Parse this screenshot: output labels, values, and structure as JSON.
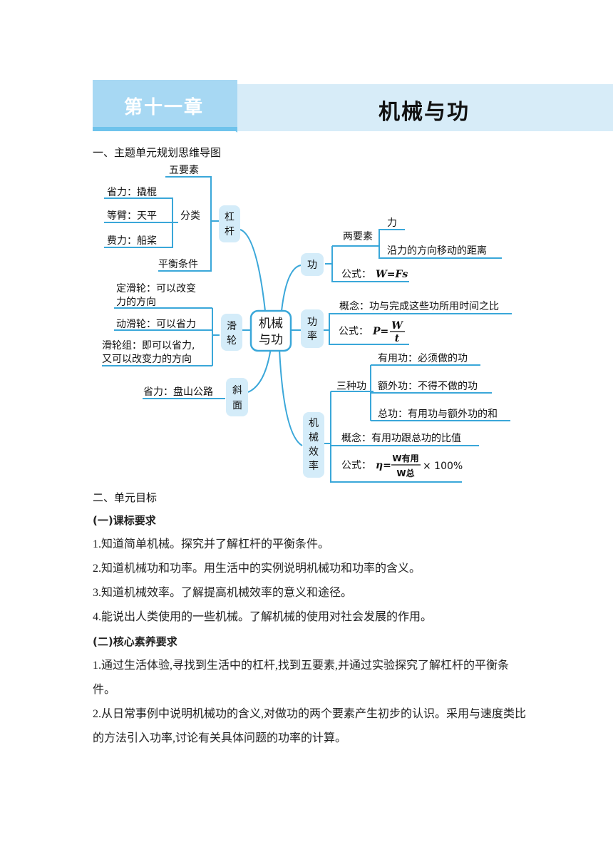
{
  "header": {
    "chapter": "第十一章",
    "title": "机械与功"
  },
  "section1": "一、主题单元规划思维导图",
  "mindmap": {
    "center": [
      "机械",
      "与功"
    ],
    "lever": {
      "label": [
        "杠",
        "杆"
      ],
      "five": "五要素",
      "classify": "分类",
      "types": [
        "省力：撬棍",
        "等臂：天平",
        "费力：船桨"
      ],
      "balance": "平衡条件"
    },
    "pulley": {
      "label": [
        "滑",
        "轮"
      ],
      "fixed": [
        "定滑轮：可以改变",
        "力的方向"
      ],
      "movable": "动滑轮：可以省力",
      "group": [
        "滑轮组：即可以省力,",
        "又可以改变力的方向"
      ]
    },
    "slope": {
      "label": [
        "斜",
        "面"
      ],
      "item": "省力：盘山公路"
    },
    "work": {
      "label": "功",
      "two": "两要素",
      "force": "力",
      "distance": "沿力的方向移动的距离",
      "formula_label": "公式：",
      "formula": "W=Fs"
    },
    "power": {
      "label": [
        "功",
        "率"
      ],
      "concept": "概念：功与完成这些功所用时间之比",
      "formula_label": "公式：",
      "formula_lhs": "P=",
      "num": "W",
      "den": "t"
    },
    "efficiency": {
      "label": [
        "机",
        "械",
        "效",
        "率"
      ],
      "three": "三种功",
      "useful": "有用功：必须做的功",
      "extra": "额外功：不得不做的功",
      "total": "总功：有用功与额外功的和",
      "concept": "概念：有用功跟总功的比值",
      "formula_label": "公式：",
      "eta": "η=",
      "num": "W有用",
      "den": "W总",
      "times": "× 100%"
    }
  },
  "section2": "二、单元目标",
  "sub1": "(一)课标要求",
  "goals": [
    "1.知道简单机械。探究并了解杠杆的平衡条件。",
    "2.知道机械功和功率。用生活中的实例说明机械功和功率的含义。",
    "3.知道机械效率。了解提高机械效率的意义和途径。",
    "4.能说出人类使用的一些机械。了解机械的使用对社会发展的作用。"
  ],
  "sub2": "(二)核心素养要求",
  "core": [
    "1.通过生活体验,寻找到生活中的杠杆,找到五要素,并通过实验探究了解杠杆的平衡条件。",
    "2.从日常事例中说明机械功的含义,对做功的两个要素产生初步的认识。采用与速度类比的方法引入功率,讨论有关具体问题的功率的计算。"
  ]
}
